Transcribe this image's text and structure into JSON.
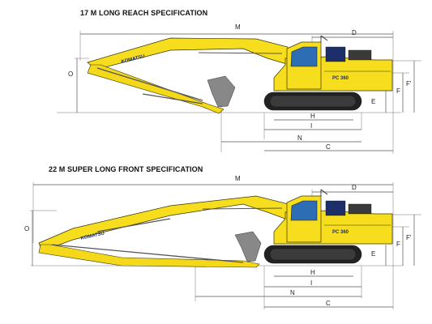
{
  "top": {
    "title": "17 M LONG REACH SPECIFICATION",
    "labels": {
      "M": "M",
      "D": "D",
      "O": "O",
      "F": "F",
      "Fp": "F'",
      "E": "E",
      "H": "H",
      "I": "I",
      "N": "N",
      "C": "C"
    },
    "logo": "KOMATSU",
    "model_badge": "PC 360"
  },
  "bottom": {
    "title": "22 M SUPER LONG FRONT SPECIFICATION",
    "labels": {
      "M": "M",
      "D": "D",
      "O": "O",
      "F": "F",
      "Fp": "F'",
      "E": "E",
      "H": "H",
      "I": "I",
      "N": "N",
      "C": "C"
    },
    "logo": "KOMATSU",
    "model_badge": "PC 360"
  },
  "colors": {
    "machine_yellow": "#f6de1f",
    "window_blue": "#2d6db3",
    "logo_navy": "#1d2f6b",
    "track_dark": "#222222",
    "dimension_line": "#555555"
  }
}
